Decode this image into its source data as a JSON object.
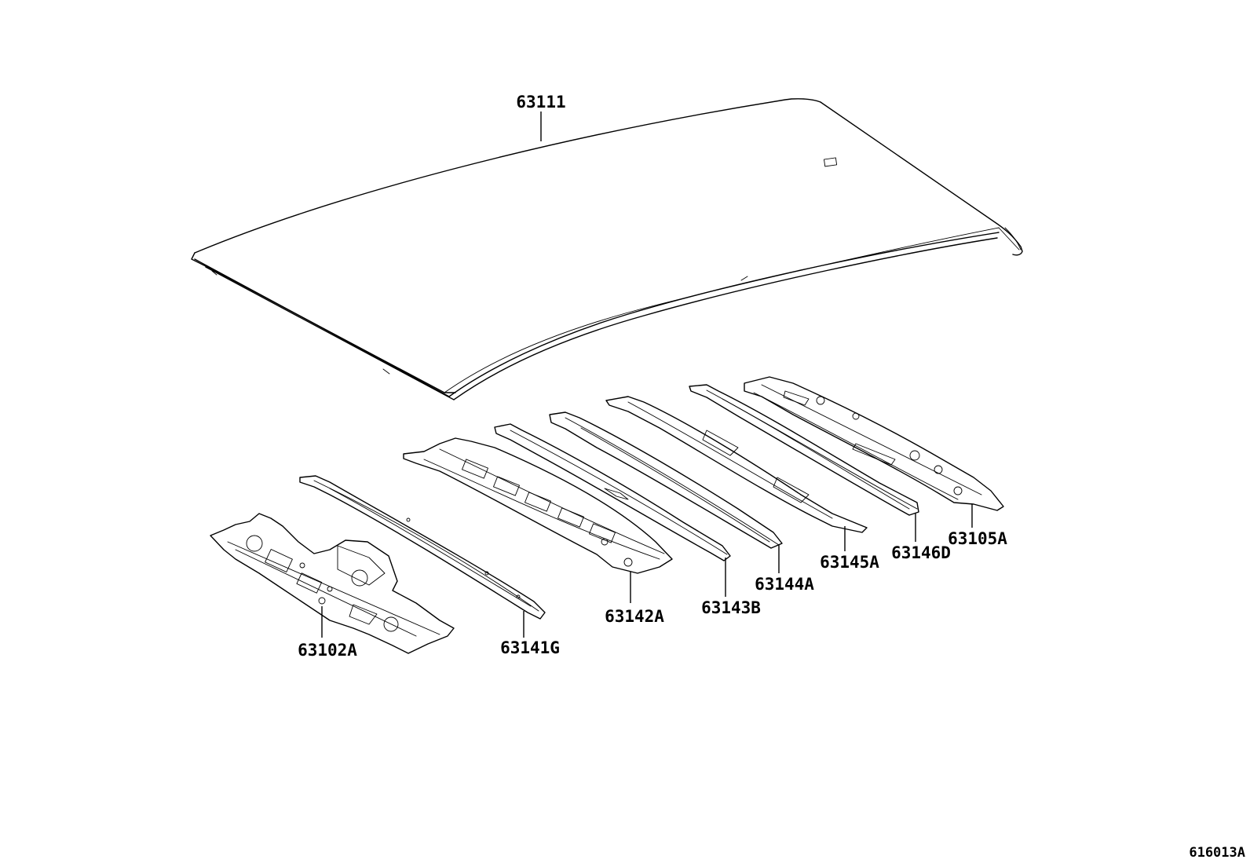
{
  "diagram": {
    "parts": [
      {
        "id": "roof-panel",
        "label": "63111"
      },
      {
        "id": "front-header-panel",
        "label": "63102A"
      },
      {
        "id": "roof-bow-1",
        "label": "63141G"
      },
      {
        "id": "roof-reinforcement",
        "label": "63142A"
      },
      {
        "id": "roof-bow-3",
        "label": "63143B"
      },
      {
        "id": "roof-bow-4",
        "label": "63144A"
      },
      {
        "id": "roof-bow-5",
        "label": "63145A"
      },
      {
        "id": "roof-bow-6",
        "label": "63146D"
      },
      {
        "id": "rear-header-panel",
        "label": "63105A"
      }
    ],
    "figure_code": "616013A"
  }
}
